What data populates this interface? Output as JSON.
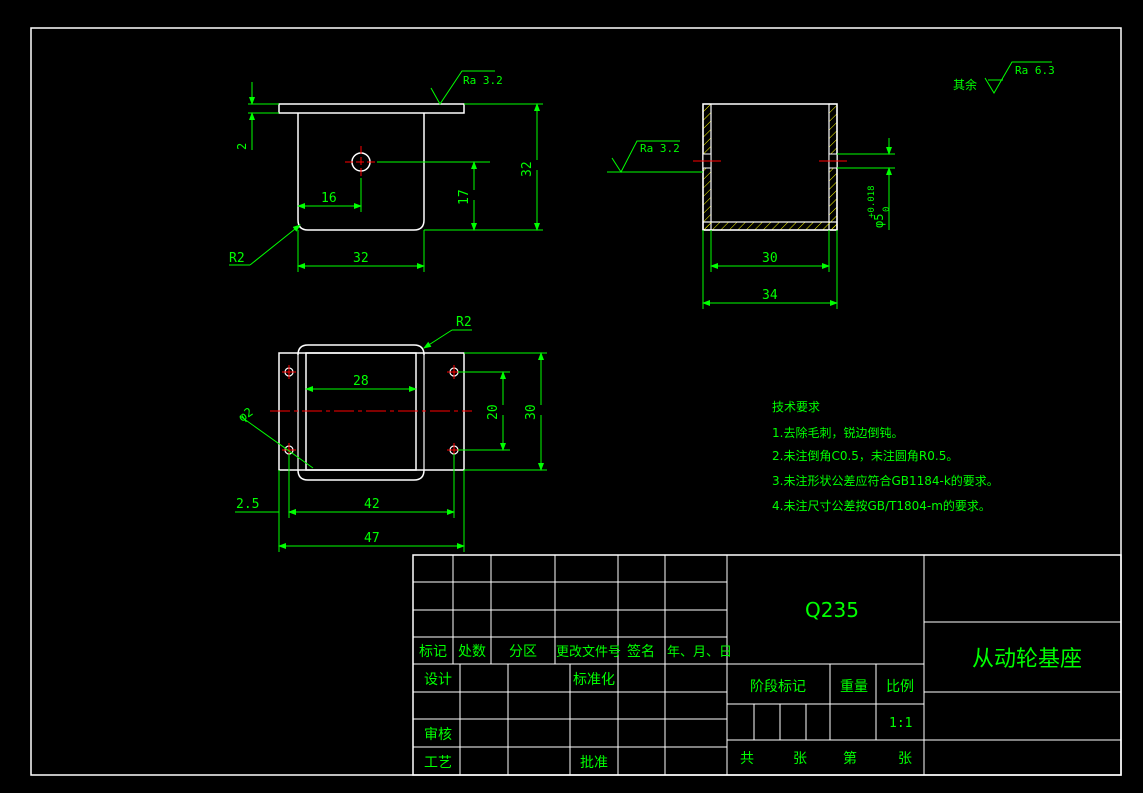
{
  "colors": {
    "background": "#000000",
    "geometry": "#ffffff",
    "dimension": "#00ff00",
    "centerline": "#ff0000",
    "hatch": "#ffff00",
    "frame": "#ffffff"
  },
  "roughness": {
    "front_view": "Ra 3.2",
    "side_view": "Ra 3.2",
    "general_prefix": "其余",
    "general": "Ra 6.3"
  },
  "front_view": {
    "dims": {
      "flange_thickness": "2",
      "height": "32",
      "hole_offset_x": "16",
      "hole_height": "17",
      "width": "32",
      "fillet": "R2"
    }
  },
  "side_view": {
    "dims": {
      "inner_width": "30",
      "outer_width": "34",
      "hole_dia": "φ5",
      "hole_tol": "+0.018",
      "hole_tol_low": "0"
    }
  },
  "top_view": {
    "dims": {
      "inner_width": "28",
      "hole_dia": "φ2",
      "fillet": "R2",
      "hole_spacing_y": "20",
      "depth": "30",
      "edge_offset": "2.5",
      "hole_spacing_x": "42",
      "length": "47"
    }
  },
  "tech_requirements": {
    "title": "技术要求",
    "items": [
      "1.去除毛刺，锐边倒钝。",
      "2.未注倒角C0.5，未注圆角R0.5。",
      "3.未注形状公差应符合GB1184-k的要求。",
      "4.未注尺寸公差按GB/T1804-m的要求。"
    ]
  },
  "title_block": {
    "material": "Q235",
    "part_name": "从动轮基座",
    "revision_headers": [
      "标记",
      "处数",
      "分区",
      "更改文件号",
      "签名",
      "年、月、日"
    ],
    "design": "设计",
    "standardization": "标准化",
    "review": "审核",
    "process": "工艺",
    "approval": "批准",
    "stage_mark": "阶段标记",
    "weight": "重量",
    "scale_label": "比例",
    "scale_value": "1:1",
    "total": "共",
    "sheet": "张",
    "number": "第",
    "sheet2": "张"
  }
}
